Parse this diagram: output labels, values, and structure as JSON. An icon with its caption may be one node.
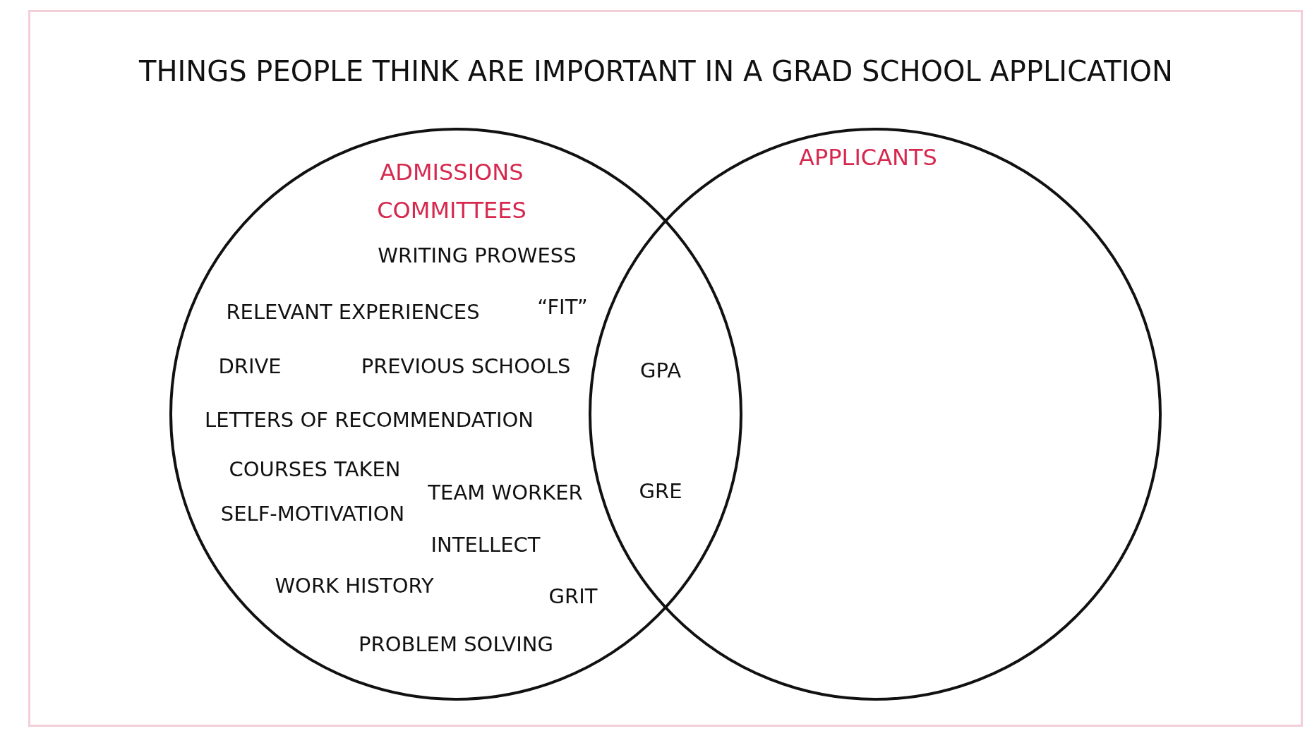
{
  "diagram": {
    "title": "THINGS PEOPLE THINK ARE IMPORTANT IN A GRAD SCHOOL APPLICATION",
    "nodes": [
      {
        "text": [
          "ADMISSIONS COMMITTEES"
        ]
      },
      {
        "text": [
          "APPLICANTS"
        ]
      }
    ],
    "edges": [],
    "labels": [
      "WRITING PROWESS",
      "RELEVANT EXPERIENCES",
      "“FIT”",
      "DRIVE",
      "PREVIOUS SCHOOLS",
      "GPA",
      "LETTERS OF RECOMMENDATION",
      "COURSES TAKEN",
      "TEAM WORKER",
      "GRE",
      "SELF-MOTIVATION",
      "INTELLECT",
      "WORK HISTORY",
      "GRIT",
      "PROBLEM SOLVING"
    ]
  }
}
